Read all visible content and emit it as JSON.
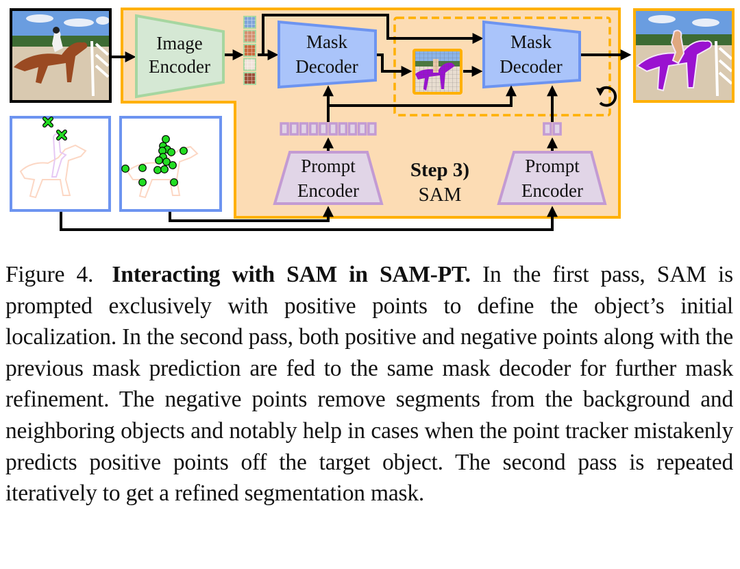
{
  "figure": {
    "input_image_icon": "horse-rider-photo",
    "output_image_icon": "segmented-horse-photo",
    "intermediate_mask_icon": "coarse-mask-overlay",
    "loop_icon": "refresh-cycle-icon",
    "image_encoder": {
      "line1": "Image",
      "line2": "Encoder"
    },
    "mask_decoder_1": {
      "line1": "Mask",
      "line2": "Decoder"
    },
    "mask_decoder_2": {
      "line1": "Mask",
      "line2": "Decoder"
    },
    "prompt_encoder_1": {
      "line1": "Prompt",
      "line2": "Encoder"
    },
    "prompt_encoder_2": {
      "line1": "Prompt",
      "line2": "Encoder"
    },
    "step_label": {
      "line1": "Step 3)",
      "line2": "SAM"
    },
    "prompt_tokens_first_pass": 10,
    "prompt_tokens_second_pass": 2,
    "image_embedding_tiles": 5,
    "negative_points_count": 2,
    "positive_points_count": 16,
    "colors": {
      "sam_block_fill": "#fcdcb4",
      "sam_block_border": "#ffb000",
      "image_encoder_fill": "#d5e8d4",
      "image_encoder_border": "#a6d6a0",
      "mask_decoder_fill": "#aac4fa",
      "mask_decoder_border": "#6d94f0",
      "prompt_encoder_fill": "#e1d5e7",
      "prompt_encoder_border": "#c39bd3",
      "point_fill": "#22dd22",
      "mask_purple": "#9a12d0",
      "points_panel_border": "#6d94f0"
    }
  },
  "caption": {
    "figure_number": "Figure 4.",
    "title": "Interacting with SAM in SAM-PT.",
    "body": "In the first pass, SAM is prompted exclusively with positive points to define the object’s initial localization. In the second pass, both positive and negative points along with the previous mask prediction are fed to the same mask decoder for further mask refinement. The negative points remove segments from the background and neighboring objects and notably help in cases when the point tracker mistakenly predicts positive points off the target object. The second pass is repeated iteratively to get a refined segmentation mask."
  }
}
